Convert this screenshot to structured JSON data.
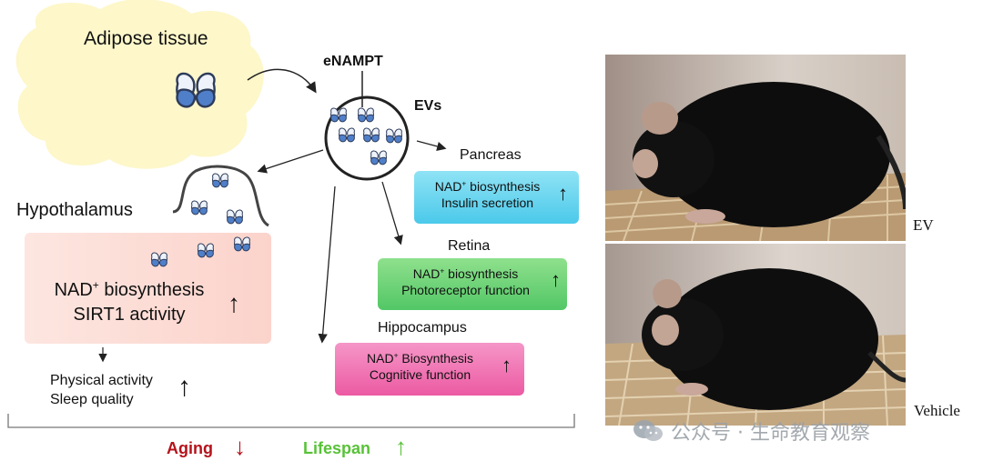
{
  "diagram": {
    "adipose_label": "Adipose tissue",
    "enampt_label": "eNAMPT",
    "evs_label": "EVs",
    "hypothalamus_label": "Hypothalamus",
    "hypothalamus_box": {
      "line1_rest": " biosynthesis",
      "line2": "SIRT1 activity"
    },
    "outcomes": {
      "line1": "Physical activity",
      "line2": "Sleep quality"
    },
    "pancreas_label": "Pancreas",
    "pancreas_box": {
      "line1_rest": " biosynthesis",
      "line2": "Insulin secretion"
    },
    "retina_label": "Retina",
    "retina_box": {
      "line1_rest": " biosynthesis",
      "line2": "Photoreceptor function"
    },
    "hippocampus_label": "Hippocampus",
    "hippocampus_box": {
      "line1_rest": " Biosynthesis",
      "line2": "Cognitive function"
    },
    "nad": "NAD",
    "nad_sup": "+",
    "aging_label": "Aging",
    "lifespan_label": "Lifespan",
    "up_arrow": "↑",
    "down_arrow": "↓"
  },
  "photos": {
    "top_label": "EV",
    "bottom_label": "Vehicle"
  },
  "watermark": {
    "text": "公众号 · 生命教育观察"
  },
  "colors": {
    "aging": "#b5121b",
    "lifespan": "#58c238",
    "pancreas_box": "#59d4ef",
    "retina_box": "#5fcd6b",
    "hippocampus_box": "#ee5ea6",
    "hypothalamus_box": "#fde3dc",
    "adipose_cloud": "#fdf6c4",
    "protein_light": "#dce7f6",
    "protein_dark": "#4f7fc9"
  }
}
